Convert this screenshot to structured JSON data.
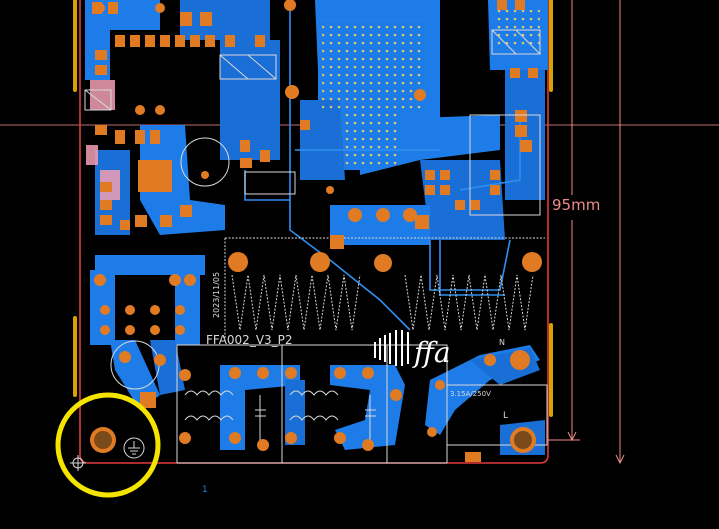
{
  "board": {
    "name": "FFA002_V3_P2",
    "date": "2023/11/05",
    "logo_text": "ffa",
    "dimension_label": "95mm",
    "fuse_label": "3.15A/250V",
    "terminal_n": "N",
    "terminal_l": "L",
    "layer_number": "1"
  },
  "colors": {
    "background": "#000000",
    "copper_blue": "#1e7ce8",
    "copper_dark": "#1356b8",
    "pad_orange": "#e07b24",
    "silkscreen": "#d9d9d9",
    "outline_red": "#e23b3b",
    "highlight_circle": "#f5e400",
    "dimension_line": "#f08a8a",
    "fab_line": "#d8a200"
  },
  "annotations": {
    "highlight": "ground-mounting-hole"
  }
}
